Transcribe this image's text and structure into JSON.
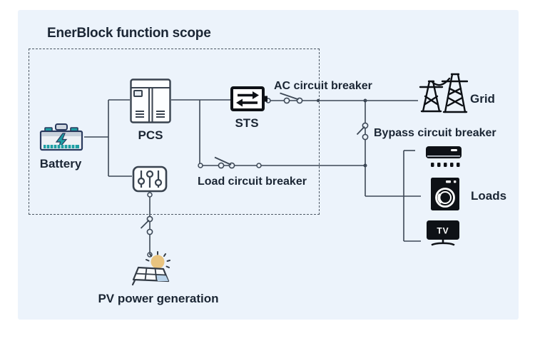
{
  "title": "EnerBlock function scope",
  "colors": {
    "panel_bg": "#ecf3fb",
    "wire": "#3d4856",
    "text": "#1b2634",
    "battery_teal": "#1d9fa4",
    "battery_navy": "#2a3a5e",
    "icon_black": "#0e1116",
    "sun_yellow": "#e9c47f",
    "pv_cell_blue": "#b9d3ea"
  },
  "nodes": {
    "battery": "Battery",
    "pcs": "PCS",
    "sts": "STS",
    "grid": "Grid",
    "loads": "Loads",
    "pv": "PV power generation"
  },
  "breakers": {
    "ac": "AC circuit breaker",
    "bypass": "Bypass circuit breaker",
    "load": "Load circuit breaker"
  },
  "icons": {
    "battery": "battery-icon",
    "pcs": "pcs-cabinet-icon",
    "sts": "sts-transfer-switch-icon",
    "grid": "transmission-tower-icon",
    "air_conditioner": "air-conditioner-icon",
    "washing_machine": "washing-machine-icon",
    "tv": "tv-icon",
    "tv_text": "TV",
    "pv": "solar-panel-sun-icon",
    "dc_converter": "slider-converter-icon"
  }
}
